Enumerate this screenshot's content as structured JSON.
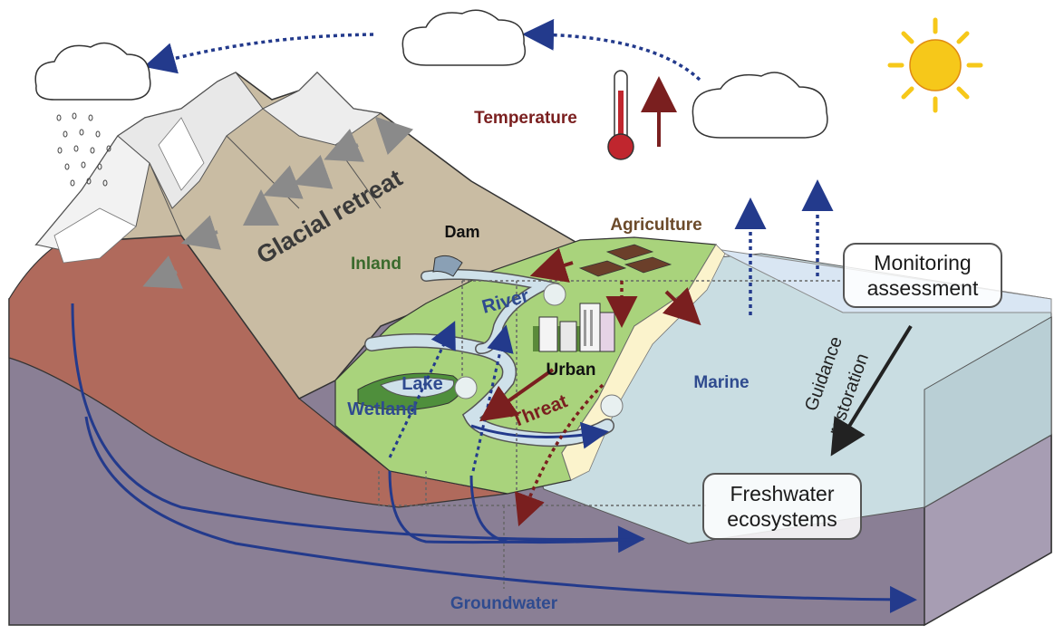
{
  "labels": {
    "temperature": "Temperature",
    "glacial_retreat": "Glacial retreat",
    "dam": "Dam",
    "inland": "Inland",
    "agriculture": "Agriculture",
    "river": "River",
    "urban": "Urban",
    "lake": "Lake",
    "wetland": "Wetland",
    "threat": "Threat",
    "marine": "Marine",
    "guidance_line1": "Guidance",
    "guidance_line2": "restoration",
    "groundwater": "Groundwater"
  },
  "boxes": {
    "monitoring_line1": "Monitoring",
    "monitoring_line2": "assessment",
    "freshwater_line1": "Freshwater",
    "freshwater_line2": "ecosystems"
  },
  "colors": {
    "blue_arrow": "#233a8c",
    "threat_red": "#7a1f1f",
    "inland_green": "#3a6a2c",
    "agri_brown": "#6b4a2a",
    "marine_blue": "#2f4b8f",
    "sun": "#f6c81a",
    "ground_purple": "#8a7f95",
    "soil_red": "#b06a5c",
    "mountain_tan": "#c9bca3",
    "land_green": "#a9d37c",
    "sea_light": "#c9dde2"
  },
  "icons": [
    "cloud-icon",
    "rain-icon",
    "thermometer-icon",
    "sun-icon",
    "city-icon",
    "farm-field-icon",
    "dam-icon"
  ]
}
